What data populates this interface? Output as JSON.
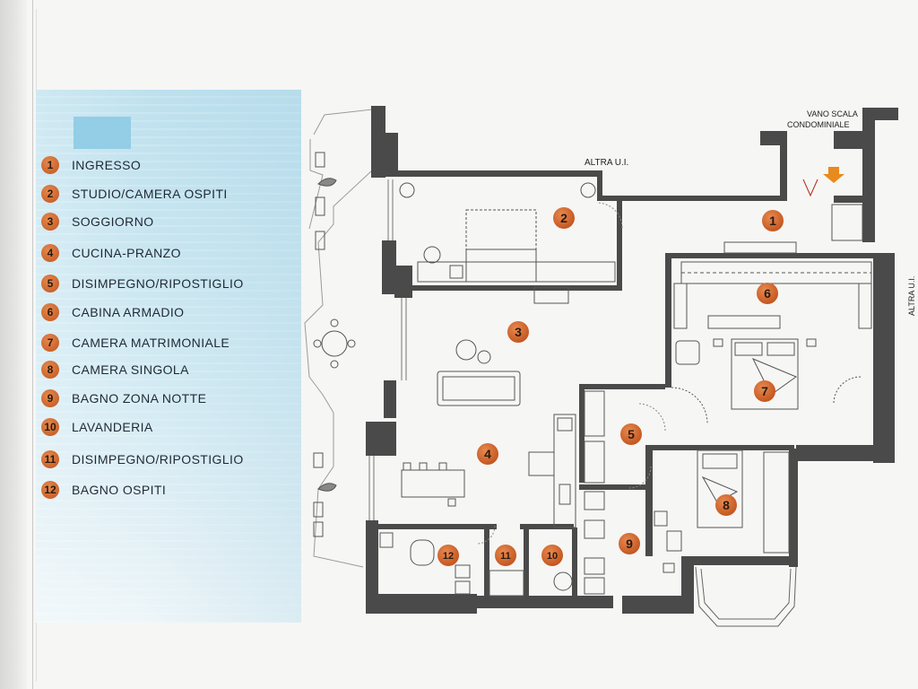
{
  "legend": {
    "items": [
      {
        "num": "1",
        "label": "INGRESSO"
      },
      {
        "num": "2",
        "label": "STUDIO/CAMERA OSPITI"
      },
      {
        "num": "3",
        "label": "SOGGIORNO"
      },
      {
        "num": "4",
        "label": "CUCINA-PRANZO"
      },
      {
        "num": "5",
        "label": "DISIMPEGNO/RIPOSTIGLIO"
      },
      {
        "num": "6",
        "label": "CABINA ARMADIO"
      },
      {
        "num": "7",
        "label": "CAMERA MATRIMONIALE"
      },
      {
        "num": "8",
        "label": "CAMERA SINGOLA"
      },
      {
        "num": "9",
        "label": "BAGNO ZONA NOTTE"
      },
      {
        "num": "10",
        "label": "LAVANDERIA"
      },
      {
        "num": "11",
        "label": "DISIMPEGNO/RIPOSTIGLIO"
      },
      {
        "num": "12",
        "label": "BAGNO OSPITI"
      }
    ]
  },
  "plan": {
    "labels": {
      "altra_ui_top": "ALTRA U.I.",
      "vano_scala_1": "VANO SCALA",
      "vano_scala_2": "CONDOMINIALE",
      "altra_ui_right": "ALTRA U.I."
    },
    "room_markers": [
      "1",
      "2",
      "3",
      "4",
      "5",
      "6",
      "7",
      "8",
      "9",
      "10",
      "11",
      "12"
    ]
  },
  "colors": {
    "wall": "#4a4a4a",
    "marker": "#cf5a1d",
    "legend_bg": "#c9e6f1",
    "entry_arrow": "#e98a1c"
  }
}
